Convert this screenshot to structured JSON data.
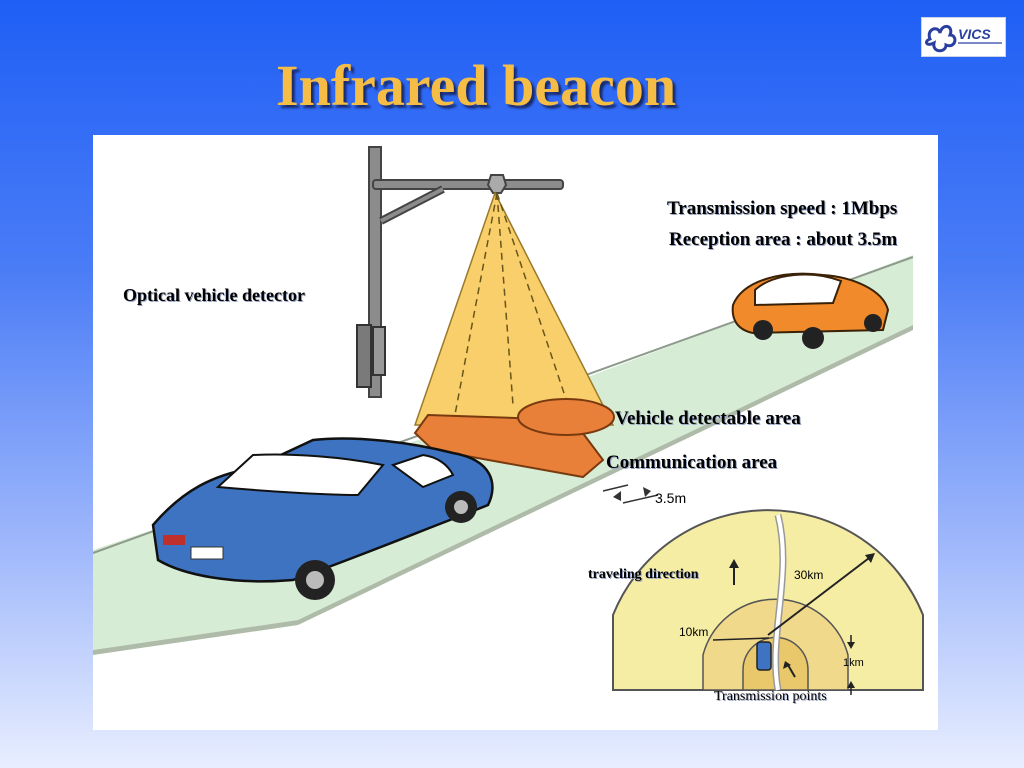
{
  "title": "Infrared beacon",
  "logo": {
    "text": "VICS"
  },
  "labels": {
    "transmission_speed": "Transmission speed : 1Mbps",
    "reception_area": "Reception area : about  3.5m",
    "optical_detector": "Optical vehicle detector",
    "vehicle_detectable_area": "Vehicle detectable area",
    "communication_area": "Communication  area",
    "distance": "3.5m",
    "traveling_direction": "traveling direction",
    "transmission_points": "Transmission points",
    "range_30km": "30km",
    "range_10km": "10km",
    "range_1km": "1km"
  },
  "colors": {
    "background_top": "#1f5ff5",
    "title": "#f5bd45",
    "road": "#d6ecd4",
    "beam": "#f8cf6a",
    "communication_area": "#e8803a",
    "blue_car": "#3d73c0",
    "orange_car": "#f08a2a",
    "map_area": "#f6eda4"
  }
}
